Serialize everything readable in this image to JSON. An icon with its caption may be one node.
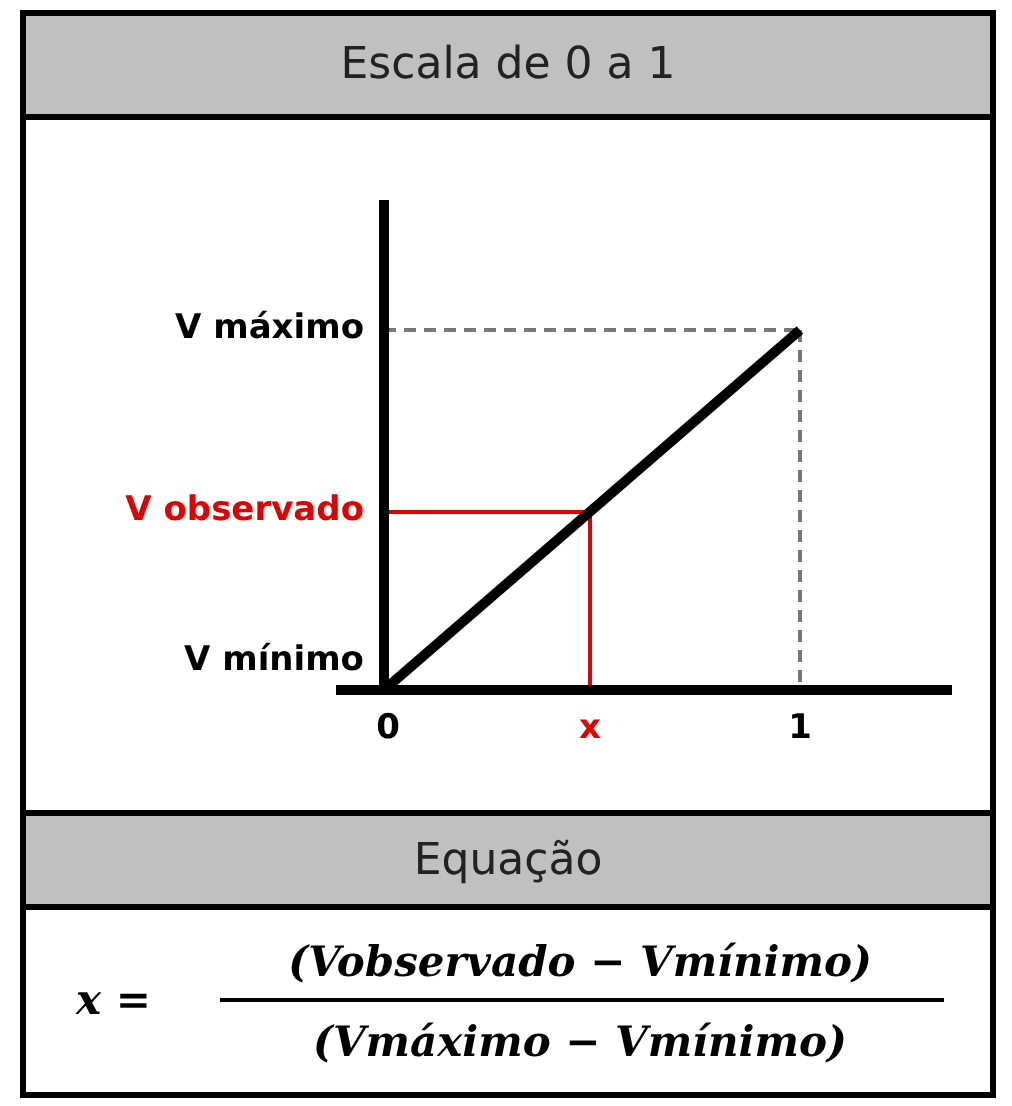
{
  "diagram": {
    "title": "Escala de 0 a 1",
    "labels": [
      "V máximo",
      "V observado",
      "V mínimo",
      "0",
      "x",
      "1",
      "Equação",
      "x =",
      "(Vobservado − Vmínimo)",
      "(Vmáximo − Vmínimo)"
    ]
  }
}
